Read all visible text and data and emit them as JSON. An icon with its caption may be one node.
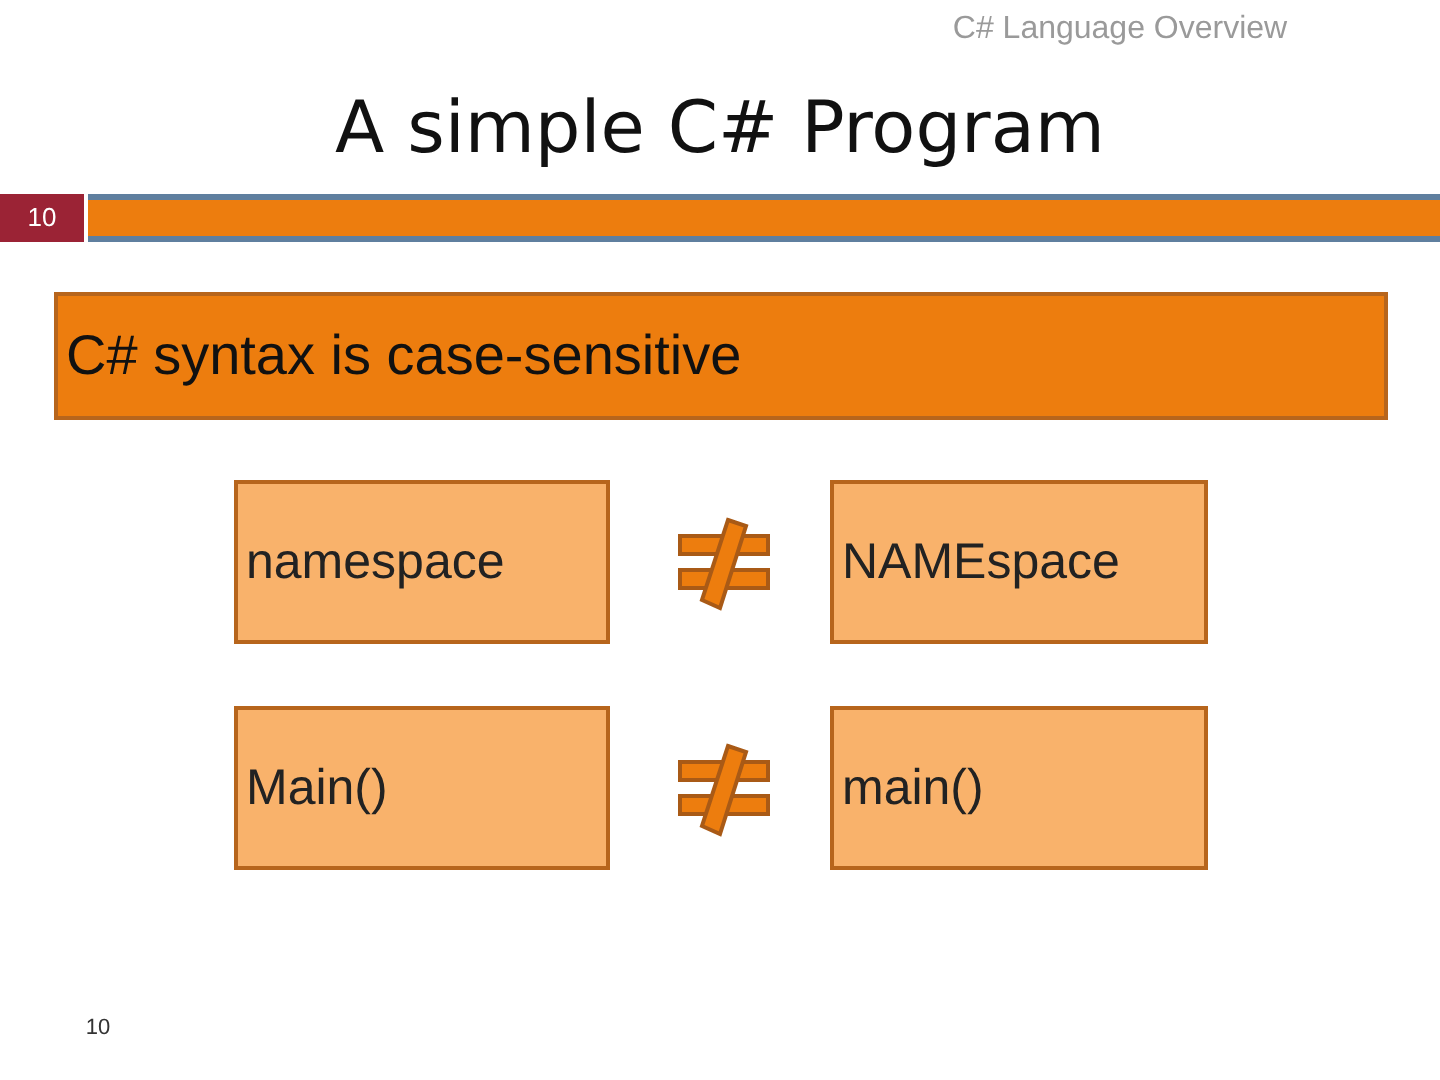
{
  "diagram": {
    "title": "A simple C# Program",
    "nodes": [
      {
        "text": [
          "C# syntax is case-sensitive"
        ]
      },
      {
        "text": [
          "namespace"
        ]
      },
      {
        "text": [
          "NAMEspace"
        ]
      },
      {
        "text": [
          "Main()"
        ]
      },
      {
        "text": [
          "main()"
        ]
      }
    ],
    "labels": [
      "C# Language Overview",
      "10",
      "10"
    ]
  }
}
